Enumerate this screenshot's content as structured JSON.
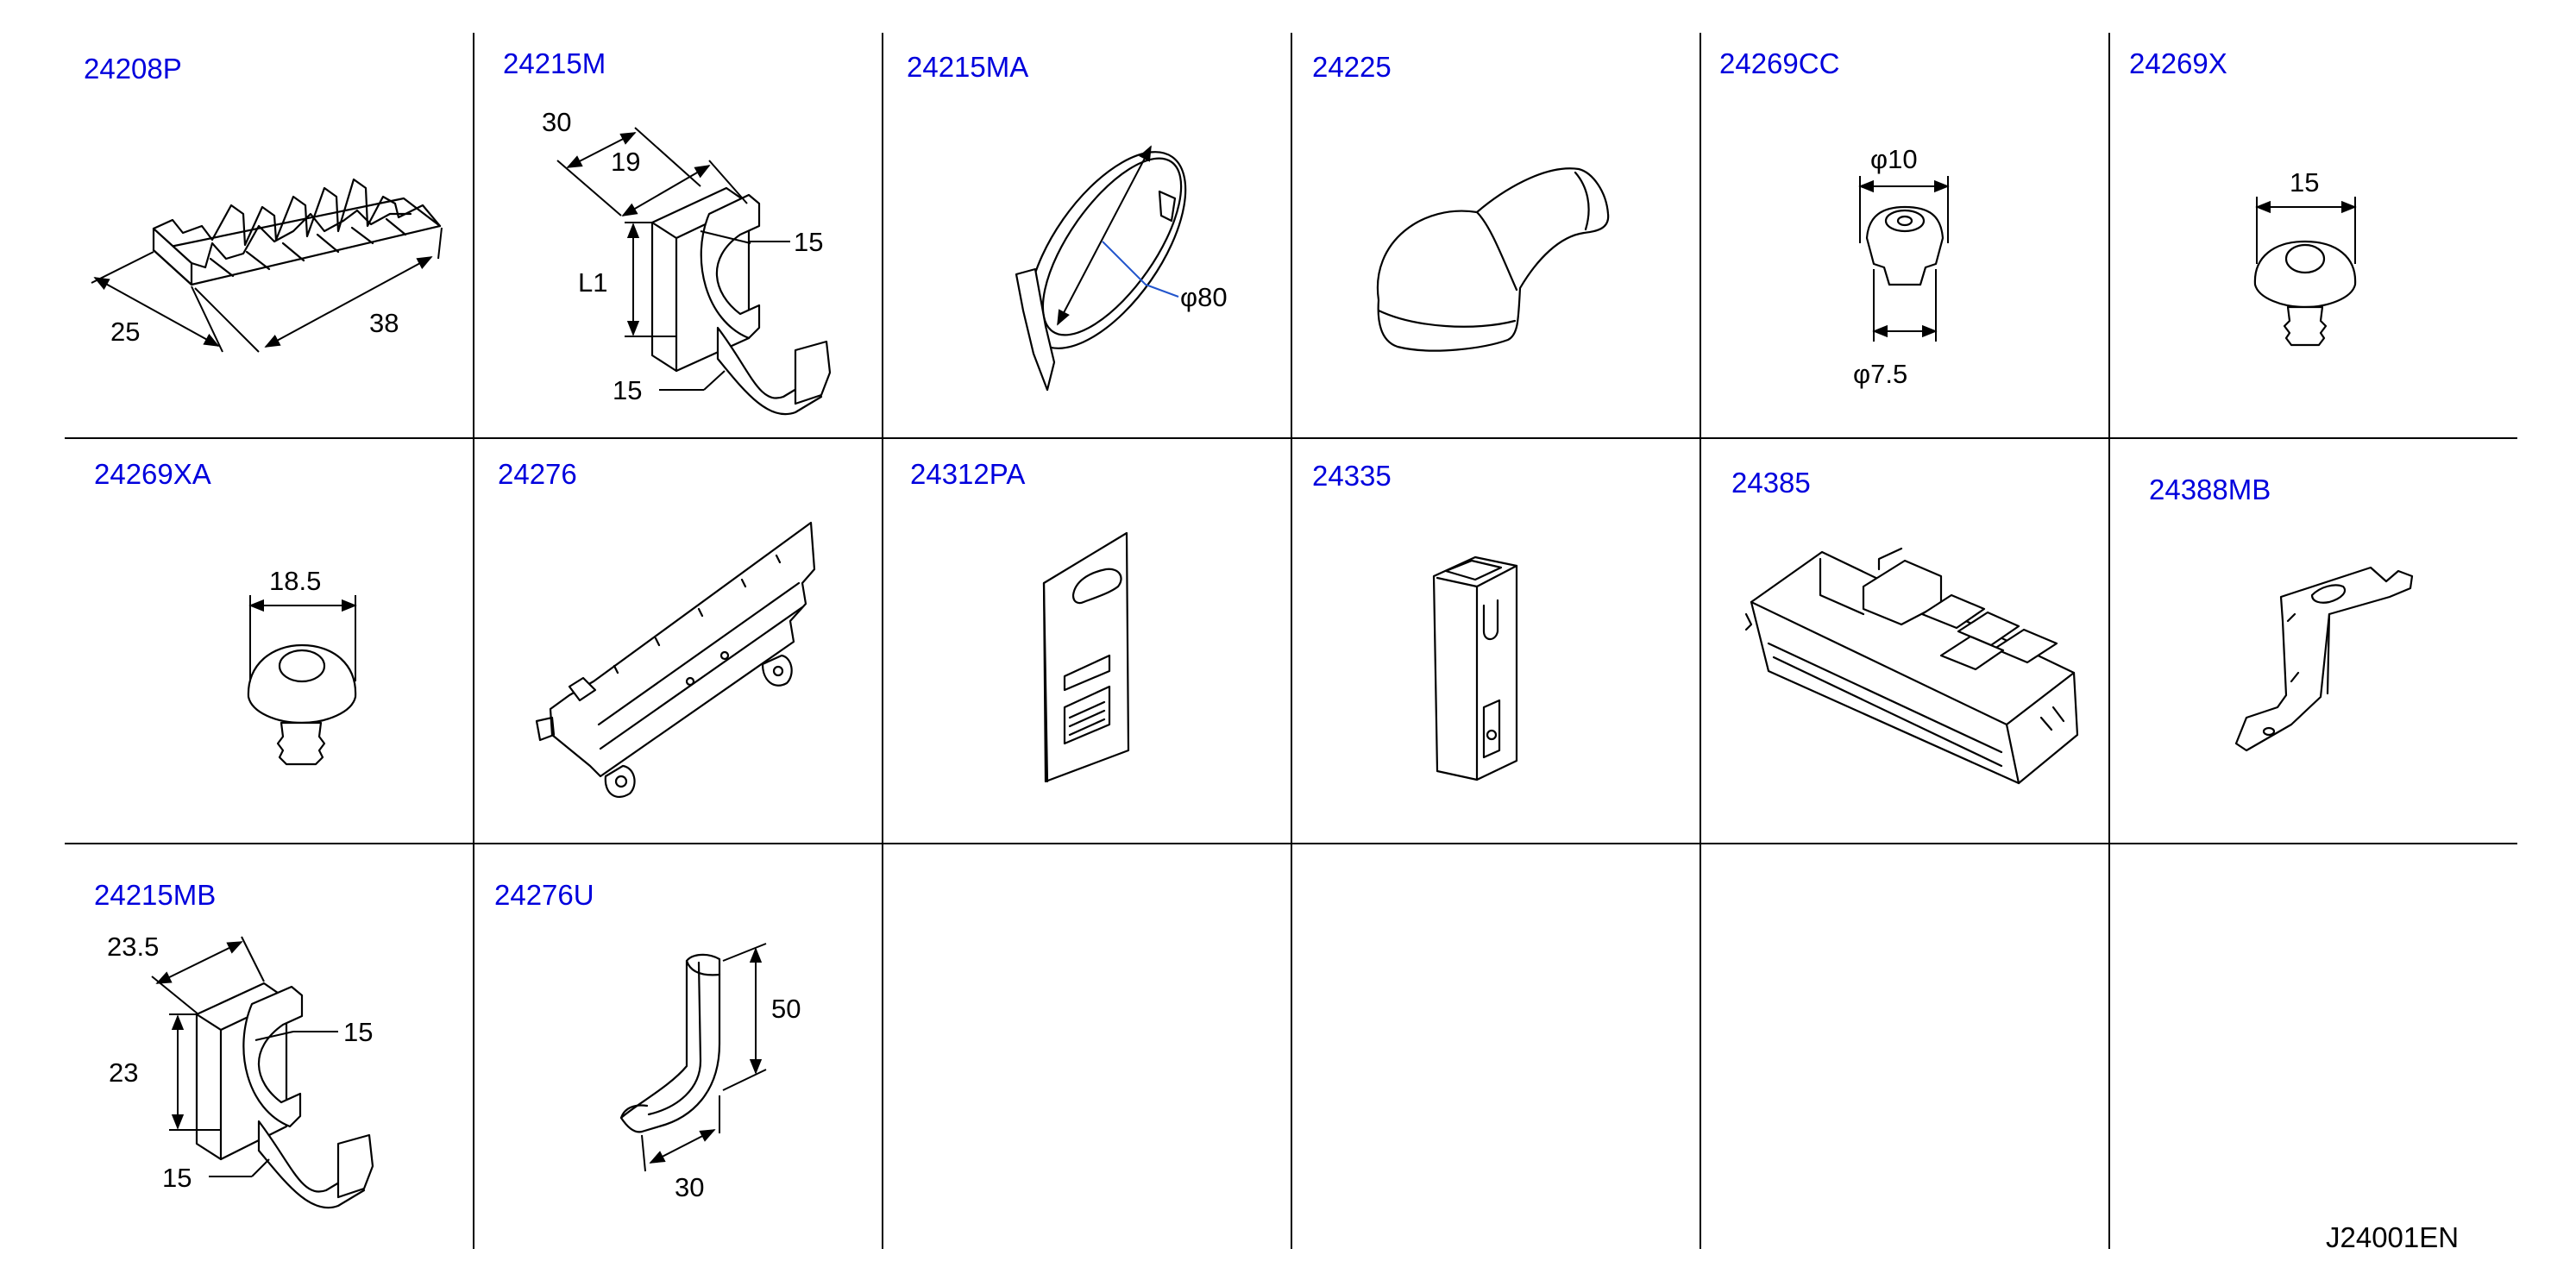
{
  "colors": {
    "part_code": "#0000dd",
    "line": "#000000",
    "background": "#ffffff"
  },
  "diagram_ref": "J24001EN",
  "cells": [
    {
      "code": "24208P",
      "icon": "wire-protector-icon",
      "dims": [
        "25",
        "38"
      ]
    },
    {
      "code": "24215M",
      "icon": "harness-clip-icon",
      "dims": [
        "30",
        "19",
        "L1",
        "15",
        "15"
      ]
    },
    {
      "code": "24215MA",
      "icon": "cable-tie-icon",
      "dims": [
        "φ80"
      ]
    },
    {
      "code": "24225",
      "icon": "rubber-boot-icon",
      "dims": []
    },
    {
      "code": "24269CC",
      "icon": "grommet-icon",
      "dims": [
        "φ10",
        "φ7.5"
      ]
    },
    {
      "code": "24269X",
      "icon": "push-clip-icon",
      "dims": [
        "15"
      ]
    },
    {
      "code": "24269XA",
      "icon": "push-clip-large-icon",
      "dims": [
        "18.5"
      ]
    },
    {
      "code": "24276",
      "icon": "harness-bracket-icon",
      "dims": []
    },
    {
      "code": "24312PA",
      "icon": "hang-tag-icon",
      "dims": []
    },
    {
      "code": "24335",
      "icon": "connector-holder-icon",
      "dims": []
    },
    {
      "code": "24385",
      "icon": "fuse-block-icon",
      "dims": []
    },
    {
      "code": "24388MB",
      "icon": "mounting-bracket-icon",
      "dims": []
    },
    {
      "code": "24215MB",
      "icon": "harness-clip-b-icon",
      "dims": [
        "23.5",
        "23",
        "15",
        "15"
      ]
    },
    {
      "code": "24276U",
      "icon": "elbow-protector-icon",
      "dims": [
        "50",
        "30"
      ]
    }
  ]
}
